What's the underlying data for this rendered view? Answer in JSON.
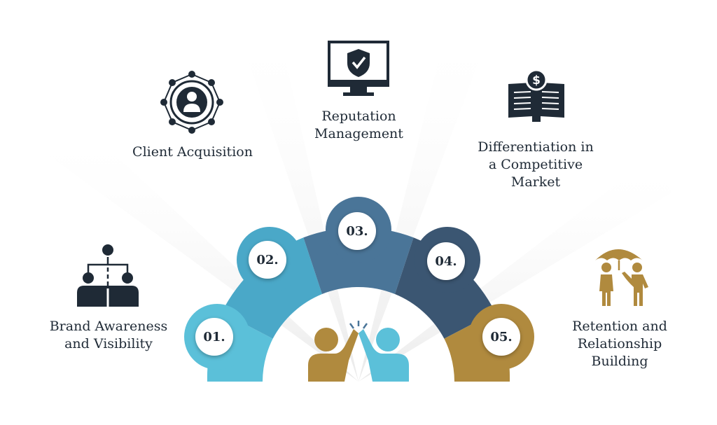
{
  "steps": [
    {
      "number": "01.",
      "label": "Brand Awareness\nand Visibility",
      "color": "#5bc0d9",
      "icon": "hierarchy-people-icon"
    },
    {
      "number": "02.",
      "label": "Client Acquisition",
      "color": "#4aa8c8",
      "icon": "network-person-icon"
    },
    {
      "number": "03.",
      "label": "Reputation\nManagement",
      "color": "#4a7598",
      "icon": "monitor-shield-icon"
    },
    {
      "number": "04.",
      "label": "Differentiation in\na Competitive\nMarket",
      "color": "#3b5672",
      "icon": "ledger-dollar-icon"
    },
    {
      "number": "05.",
      "label": "Retention and\nRelationship\nBuilding",
      "color": "#b08a3e",
      "icon": "umbrella-people-icon"
    }
  ],
  "colors": {
    "dark_icon": "#1f2a36",
    "gold": "#b08a3e",
    "light_blue": "#5bc0d9"
  },
  "center_icon": "high-five-icon"
}
